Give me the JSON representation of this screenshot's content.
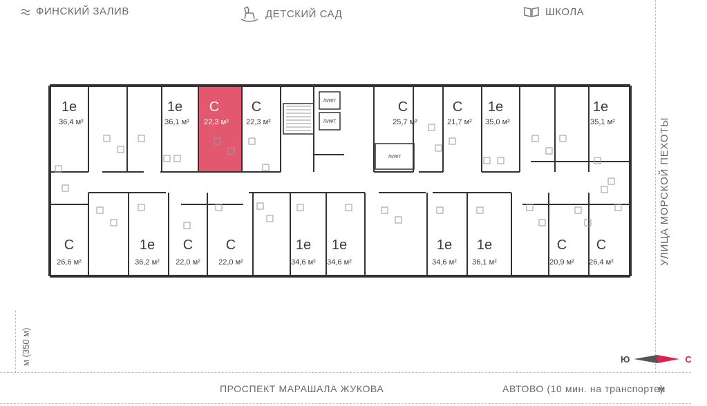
{
  "landmarks": {
    "gulf": "ФИНСКИЙ ЗАЛИВ",
    "kindergarten": "ДЕТСКИЙ САД",
    "school": "ШКОЛА",
    "street_right": "УЛИЦА МОРСКОЙ ПЕХОТЫ",
    "metro_left": "м (350 м)",
    "prospect": "ПРОСПЕКТ МАРАШАЛА ЖУКОВА",
    "avtovo": "АВТОВО (10 мин. на транспорте)",
    "metro_icon": "м"
  },
  "compass": {
    "south": "Ю",
    "north": "С",
    "north_color": "#e0234e"
  },
  "colors": {
    "highlight": "#e2586f",
    "walls": "#333333",
    "inner": "#9a9a9a"
  },
  "lift_label": "ЛИФТ",
  "apartments_top": [
    {
      "type": "1е",
      "area": "36,4 м²"
    },
    {
      "type": "1е",
      "area": "36,1 м²"
    },
    {
      "type": "С",
      "area": "22,3 м²",
      "highlighted": true
    },
    {
      "type": "С",
      "area": "22,3 м²"
    },
    {
      "type": "С",
      "area": "25,7 м²"
    },
    {
      "type": "С",
      "area": "21,7 м²"
    },
    {
      "type": "1е",
      "area": "35,0 м²"
    },
    {
      "type": "1е",
      "area": "35,1 м²"
    }
  ],
  "apartments_bottom": [
    {
      "type": "С",
      "area": "26,6 м²"
    },
    {
      "type": "1е",
      "area": "36,2 м²"
    },
    {
      "type": "С",
      "area": "22,0 м²"
    },
    {
      "type": "С",
      "area": "22,0 м²"
    },
    {
      "type": "1е",
      "area": "34,6 м²"
    },
    {
      "type": "1е",
      "area": "34,6 м²"
    },
    {
      "type": "1е",
      "area": "34,6 м²"
    },
    {
      "type": "1е",
      "area": "36,1 м²"
    },
    {
      "type": "С",
      "area": "20,9 м²"
    },
    {
      "type": "С",
      "area": "26,4 м²"
    }
  ]
}
